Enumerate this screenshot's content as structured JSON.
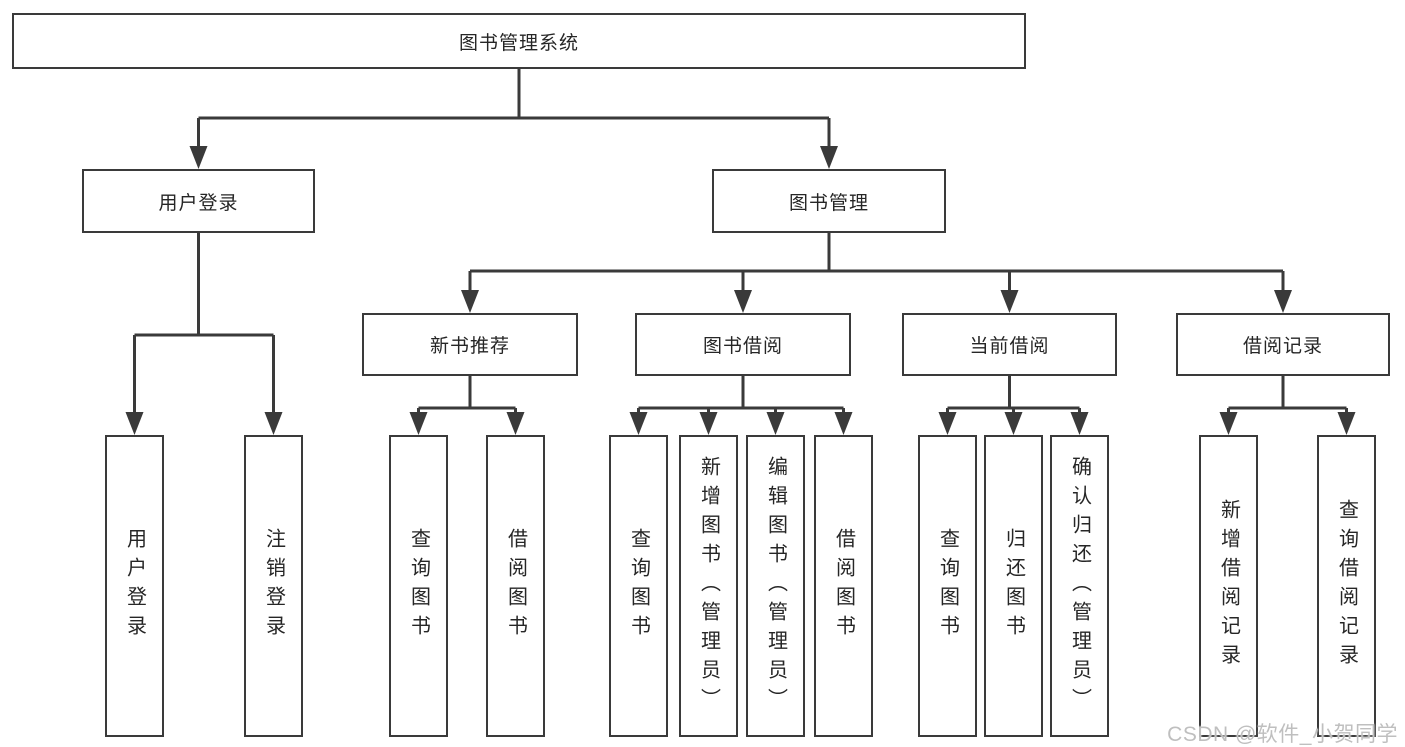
{
  "colors": {
    "line": "#3a3a3a",
    "box_border": "#3a3a3a",
    "text": "#262626",
    "watermark": "#bfbfbf",
    "background": "#ffffff"
  },
  "watermark": "CSDN @软件_小贺同学",
  "diagram": {
    "root": {
      "label": "图书管理系统"
    },
    "branches": [
      {
        "label": "用户登录",
        "children": [
          {
            "label": "用户登录"
          },
          {
            "label": "注销登录"
          }
        ]
      },
      {
        "label": "图书管理",
        "children": [
          {
            "label": "新书推荐",
            "children": [
              {
                "label": "查询图书"
              },
              {
                "label": "借阅图书"
              }
            ]
          },
          {
            "label": "图书借阅",
            "children": [
              {
                "label": "查询图书"
              },
              {
                "label": "新增图书（管理员）"
              },
              {
                "label": "编辑图书（管理员）"
              },
              {
                "label": "借阅图书"
              }
            ]
          },
          {
            "label": "当前借阅",
            "children": [
              {
                "label": "查询图书"
              },
              {
                "label": "归还图书"
              },
              {
                "label": "确认归还（管理员）"
              }
            ]
          },
          {
            "label": "借阅记录",
            "children": [
              {
                "label": "新增借阅记录"
              },
              {
                "label": "查询借阅记录"
              }
            ]
          }
        ]
      }
    ]
  }
}
